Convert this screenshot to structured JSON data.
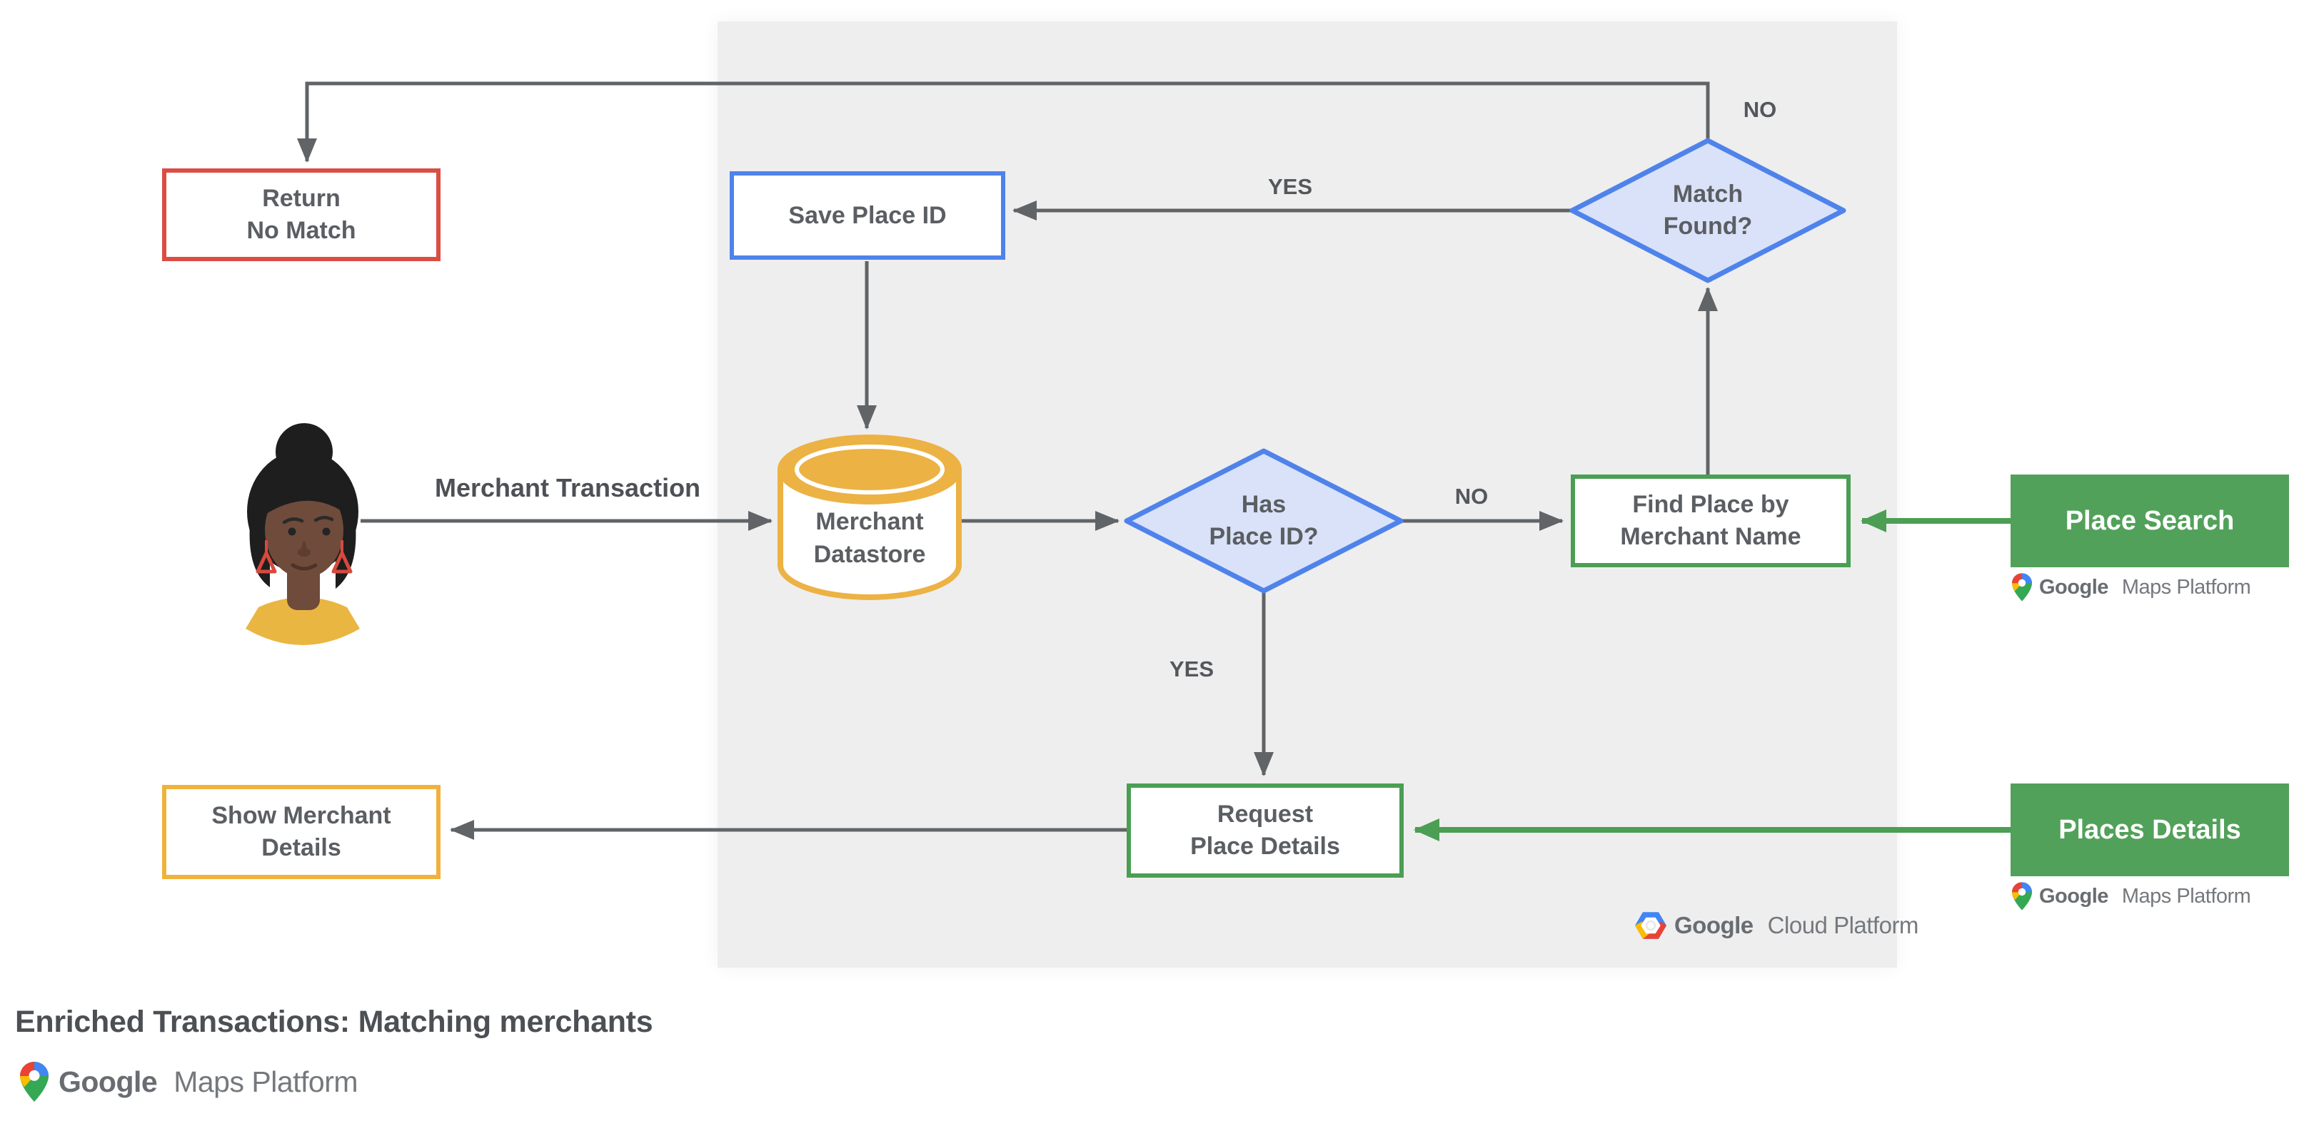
{
  "diagram": {
    "title": "Enriched Transactions: Matching merchants",
    "nodes": {
      "return_no_match": {
        "label": "Return\nNo Match"
      },
      "save_place_id": {
        "label": "Save Place ID"
      },
      "merchant_datastore": {
        "label": "Merchant\nDatastore"
      },
      "has_place_id": {
        "label": "Has\nPlace ID?"
      },
      "match_found": {
        "label": "Match\nFound?"
      },
      "find_place": {
        "label": "Find Place by\nMerchant Name"
      },
      "request_place_details": {
        "label": "Request\nPlace Details"
      },
      "show_merchant_details": {
        "label": "Show Merchant\nDetails"
      },
      "place_search": {
        "label": "Place Search"
      },
      "places_details": {
        "label": "Places Details"
      }
    },
    "edges": {
      "merchant_transaction": "Merchant Transaction",
      "match_found_no": "NO",
      "match_found_yes": "YES",
      "has_place_id_no": "NO",
      "has_place_id_yes": "YES"
    },
    "logos": {
      "maps_platform": {
        "brand": "Google",
        "product": "Maps Platform"
      },
      "cloud_platform": {
        "brand": "Google",
        "product": "Cloud Platform"
      }
    },
    "icons": {
      "maps_pin": "google-maps-pin-icon",
      "cloud_hexagon": "google-cloud-hexagon-icon",
      "person": "person-avatar"
    },
    "colors": {
      "panel_bg": "#eeeeee",
      "accent_red": "#db4d42",
      "accent_blue": "#4f83eb",
      "accent_green": "#52a15a",
      "accent_green_border": "#4b9e53",
      "accent_yellow": "#f0b23c",
      "cylinder_gold": "#ecb244",
      "diamond_fill": "#d9e2f8",
      "arrow_gray": "#616467",
      "text_gray": "#5b5e62",
      "google_blue": "#4285f4",
      "google_red": "#ea4335",
      "google_yellow": "#fbbc04",
      "google_green": "#34a853"
    }
  }
}
